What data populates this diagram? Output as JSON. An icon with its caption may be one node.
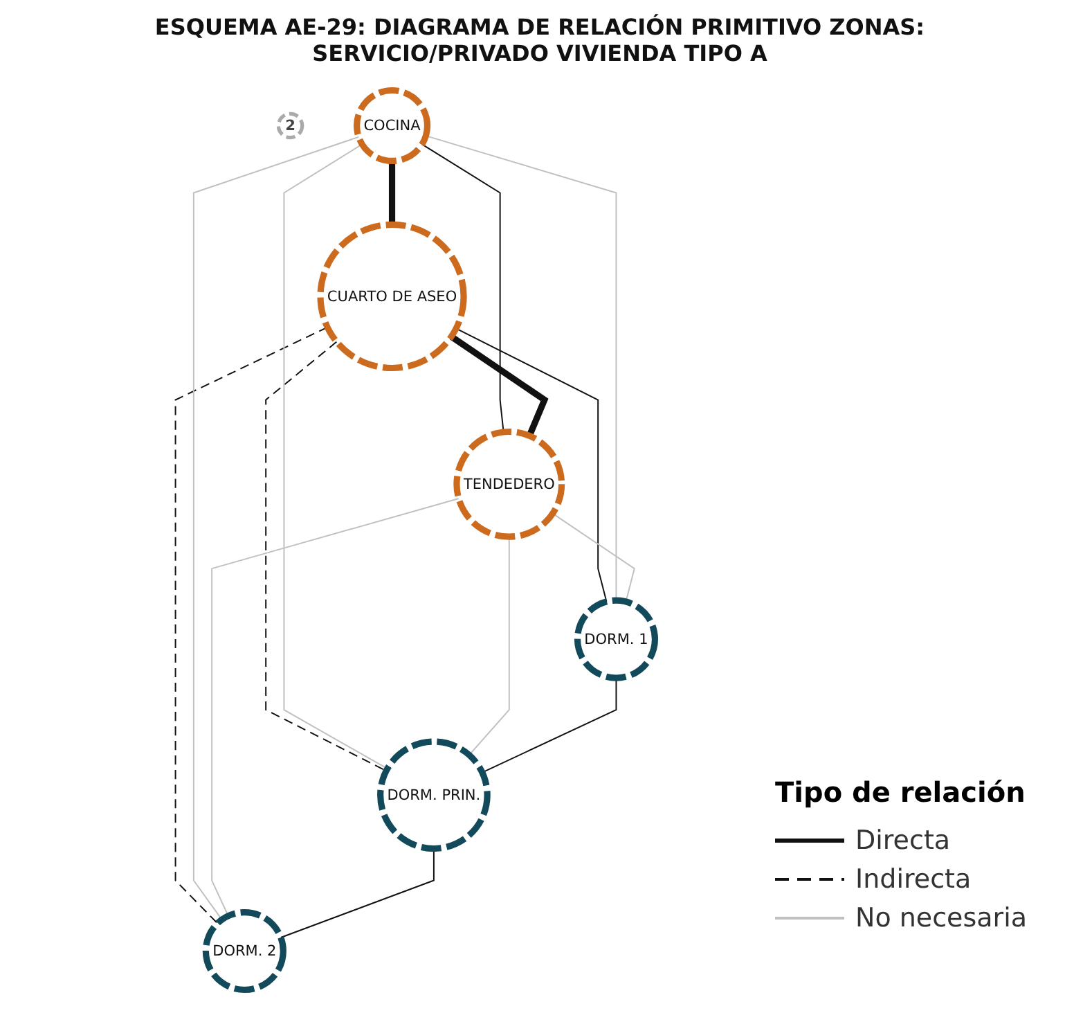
{
  "diagram": {
    "title": "ESQUEMA AE-29: DIAGRAMA DE RELACIÓN PRIMITIVO ZONAS: SERVICIO/PRIVADO VIVIENDA TIPO A",
    "nodes": [
      {
        "text": [
          "2"
        ]
      },
      {
        "text": [
          "COCINA"
        ]
      },
      {
        "text": [
          "CUARTO DE ASEO"
        ]
      },
      {
        "text": [
          "TENDEDERO"
        ]
      },
      {
        "text": [
          "DORM. 1"
        ]
      },
      {
        "text": [
          "DORM. 2"
        ]
      },
      {
        "text": [
          "DORM. PRIN."
        ]
      }
    ],
    "edges": [
      {
        "from": 1,
        "to": 2,
        "arrow": "none",
        "style": "thick"
      },
      {
        "from": 1,
        "to": 3,
        "arrow": "none"
      },
      {
        "from": 2,
        "to": 3,
        "arrow": "none",
        "style": "thick"
      },
      {
        "from": 2,
        "to": 4,
        "arrow": "none"
      },
      {
        "from": 2,
        "to": 6,
        "arrow": "none",
        "style": "dashed"
      },
      {
        "from": 2,
        "to": 5,
        "arrow": "none",
        "style": "dashed"
      },
      {
        "from": 1,
        "to": 4,
        "arrow": "none",
        "color": "#c0c0c0"
      },
      {
        "from": 1,
        "to": 6,
        "arrow": "none",
        "color": "#c0c0c0"
      },
      {
        "from": 1,
        "to": 5,
        "arrow": "none",
        "color": "#c0c0c0"
      },
      {
        "from": 3,
        "to": 4,
        "arrow": "none",
        "color": "#c0c0c0"
      },
      {
        "from": 3,
        "to": 6,
        "arrow": "none",
        "color": "#c0c0c0"
      },
      {
        "from": 3,
        "to": 5,
        "arrow": "none",
        "color": "#c0c0c0"
      },
      {
        "from": 4,
        "to": 6,
        "arrow": "none"
      },
      {
        "from": 6,
        "to": 5,
        "arrow": "none"
      }
    ],
    "labels": [
      "Tipo de relación"
    ],
    "legend": [
      {
        "text": "Directa"
      },
      {
        "text": "Indirecta"
      },
      {
        "text": "No necesaria"
      }
    ]
  }
}
